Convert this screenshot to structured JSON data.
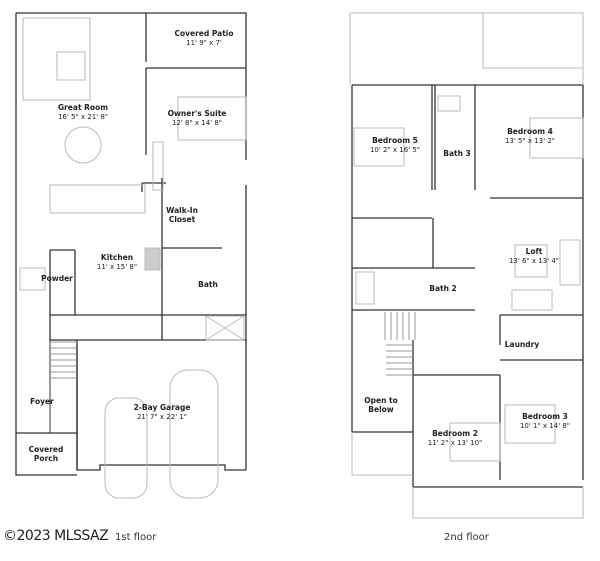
{
  "copyright": "©2023 MLSSAZ",
  "floors": [
    {
      "caption": "1st floor",
      "rooms": [
        {
          "name": "Covered Patio",
          "dims": "11' 9\" x 7'"
        },
        {
          "name": "Great Room",
          "dims": "16' 5\" x 21' 8\""
        },
        {
          "name": "Owner's Suite",
          "dims": "12' 8\" x 14' 8\""
        },
        {
          "name": "Walk-In Closet",
          "dims": ""
        },
        {
          "name": "Kitchen",
          "dims": "11' x 15' 8\""
        },
        {
          "name": "Powder",
          "dims": ""
        },
        {
          "name": "Bath",
          "dims": ""
        },
        {
          "name": "Foyer",
          "dims": ""
        },
        {
          "name": "2-Bay Garage",
          "dims": "21' 7\" x 22' 1\""
        },
        {
          "name": "Covered Porch",
          "dims": ""
        }
      ]
    },
    {
      "caption": "2nd floor",
      "rooms": [
        {
          "name": "Bedroom 5",
          "dims": "10' 2\" x 16' 5\""
        },
        {
          "name": "Bath 3",
          "dims": ""
        },
        {
          "name": "Bedroom 4",
          "dims": "13' 5\" x 13' 2\""
        },
        {
          "name": "Loft",
          "dims": "13' 6\" x 13' 4\""
        },
        {
          "name": "Bath 2",
          "dims": ""
        },
        {
          "name": "Laundry",
          "dims": ""
        },
        {
          "name": "Open to Below",
          "dims": ""
        },
        {
          "name": "Bedroom 2",
          "dims": "11' 2\" x 13' 10\""
        },
        {
          "name": "Bedroom 3",
          "dims": "10' 1\" x 14' 8\""
        }
      ]
    }
  ]
}
